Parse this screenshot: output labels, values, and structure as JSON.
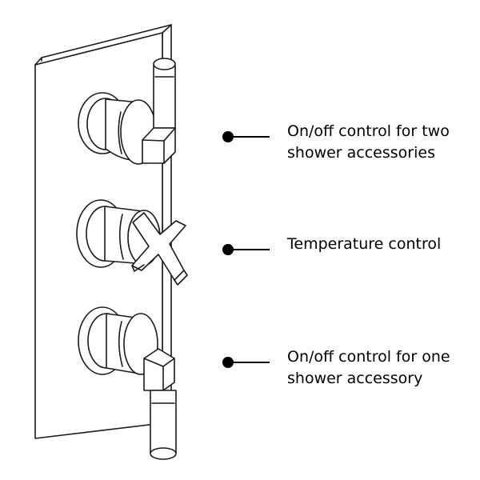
{
  "diagram": {
    "colors": {
      "line": "#1a1a1a",
      "background": "#ffffff",
      "marker": "#000000"
    },
    "callouts": [
      {
        "lines": [
          "On/off control for two",
          "shower accessories"
        ]
      },
      {
        "lines": [
          "Temperature control"
        ]
      },
      {
        "lines": [
          "On/off control for one",
          "shower accessory"
        ]
      }
    ]
  }
}
